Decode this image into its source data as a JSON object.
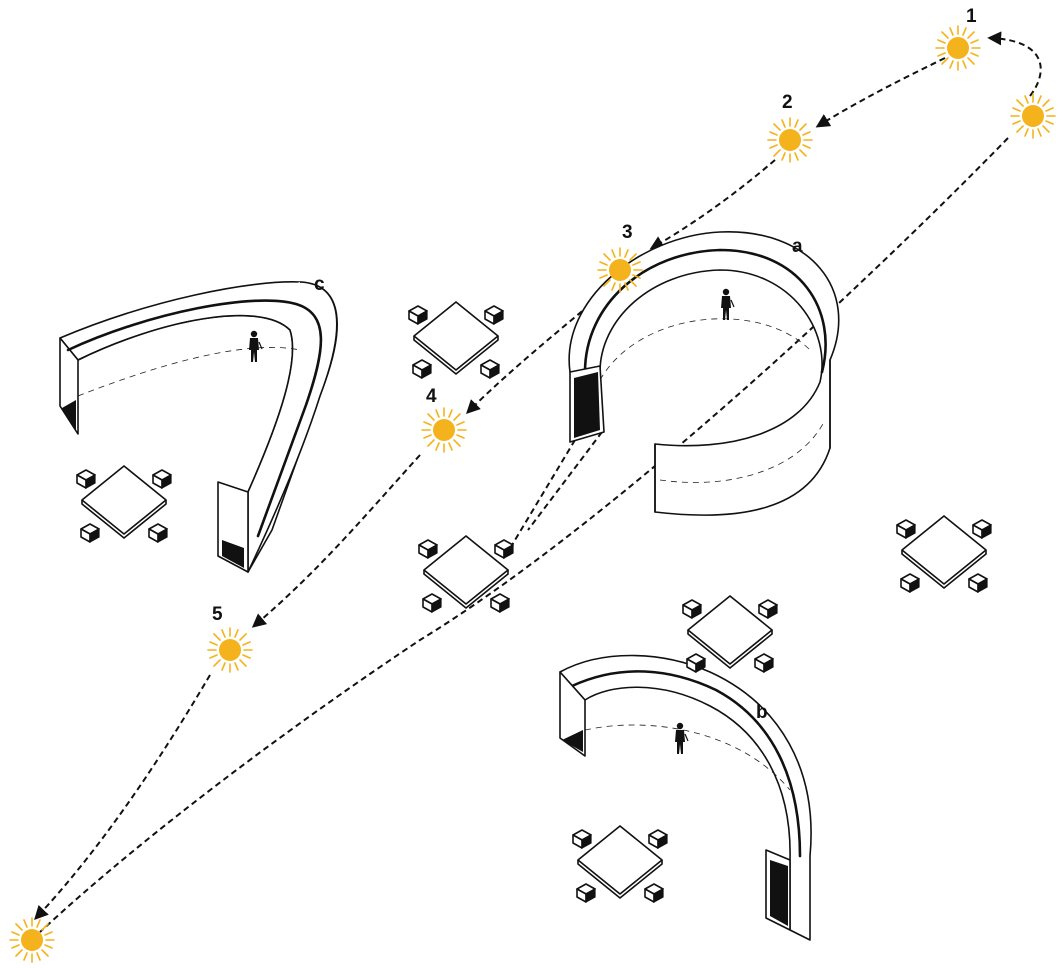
{
  "labels": {
    "sun_1": "1",
    "sun_2": "2",
    "sun_3": "3",
    "sun_4": "4",
    "sun_5": "5",
    "wall_a": "a",
    "wall_b": "b",
    "wall_c": "c"
  },
  "colors": {
    "sun": "#f4b31c",
    "ink": "#111111",
    "background": "#ffffff"
  },
  "icons": [
    "sun-icon",
    "human-figure-icon",
    "table-with-chairs-icon",
    "arrow-head-icon"
  ]
}
